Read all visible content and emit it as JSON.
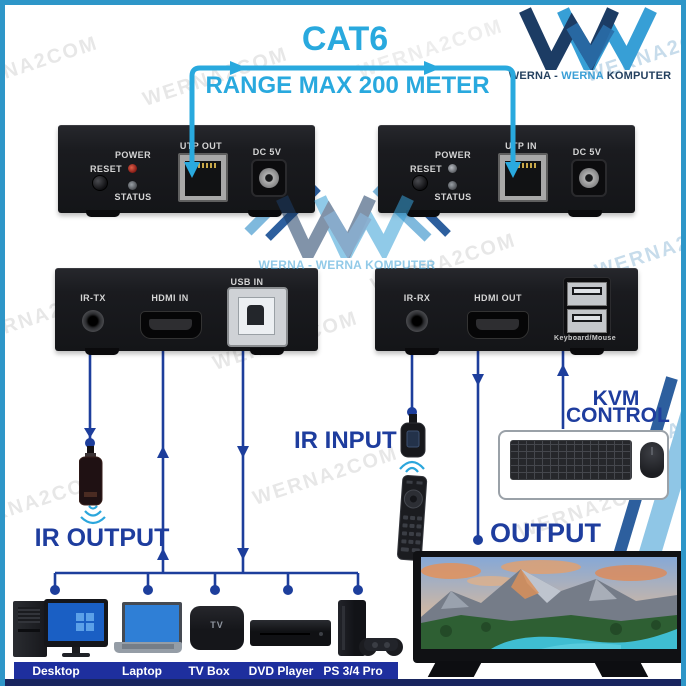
{
  "header": {
    "title": "CAT6",
    "range": "RANGE MAX 200 METER"
  },
  "brand": {
    "part1": "WERNA -",
    "part2": "WERNA",
    "part3": "KOMPUTER"
  },
  "watermark": {
    "text": "WERNA2COM"
  },
  "colors": {
    "cable_cyan": "#29a9de",
    "line_navy": "#1d3e9c",
    "border_teal": "#2e96c8",
    "label_bar": "#1e2f9e",
    "bottom_strip": "#18255f",
    "logo_dark": "#1c3c64",
    "logo_light": "#379fd6"
  },
  "boxes": {
    "tx_back": {
      "reset": "RESET",
      "power": "POWER",
      "status": "STATUS",
      "utp": "UTP OUT",
      "dc": "DC 5V"
    },
    "rx_back": {
      "reset": "RESET",
      "power": "POWER",
      "status": "STATUS",
      "utp": "UTP IN",
      "dc": "DC 5V"
    },
    "tx_front": {
      "ir": "IR-TX",
      "hdmi": "HDMI IN",
      "usb": "USB IN"
    },
    "rx_front": {
      "ir": "IR-RX",
      "hdmi": "HDMI OUT",
      "usb": "Keyboard/Mouse"
    }
  },
  "annotations": {
    "ir_output": "IR OUTPUT",
    "ir_input": "IR INPUT",
    "kvm1": "KVM",
    "kvm2": "CONTROL",
    "output": "OUTPUT"
  },
  "devices": [
    "Desktop",
    "Laptop",
    "TV Box",
    "DVD Player",
    "PS 3/4 Pro"
  ],
  "tv_box_label": "TV"
}
